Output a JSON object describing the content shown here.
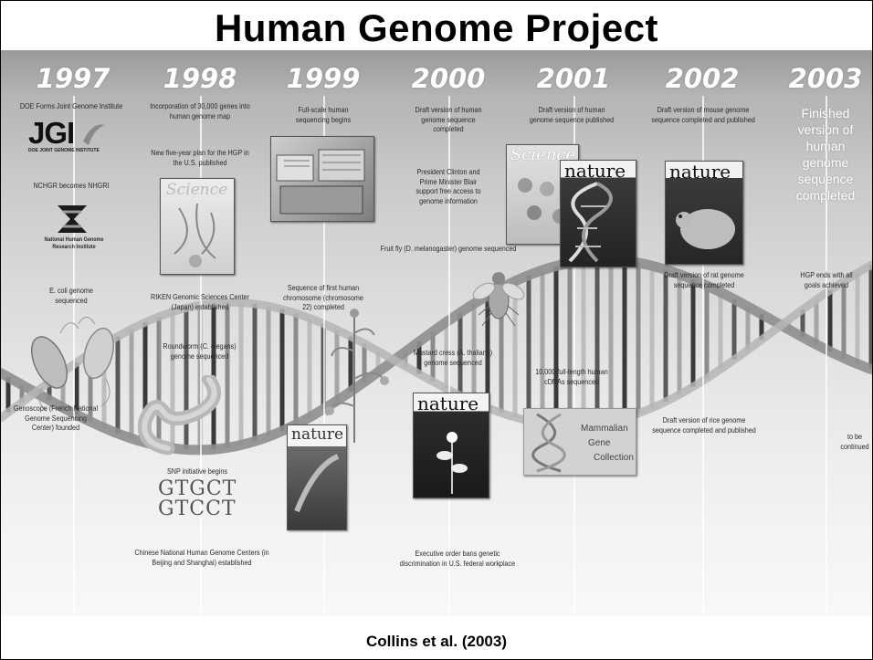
{
  "title": "Human Genome Project",
  "citation": "Collins et al. (2003)",
  "years": [
    "1997",
    "1998",
    "1999",
    "2000",
    "2001",
    "2002",
    "2003"
  ],
  "events": {
    "e1997_doe": "DOE Forms Joint Genome Institute",
    "e1997_nchgr": "NCHGR becomes NHGRI",
    "e1997_ecoli": "E. coli genome sequenced",
    "e1997_genoscope": "Genoscope (French National Genome Sequencing Center) founded",
    "e1998_incorp": "Incorporation of 30,000 genes into human genome map",
    "e1998_plan": "New five-year plan for the HGP in the U.S. published",
    "e1998_riken": "RIKEN Genomic Sciences Center (Japan) established",
    "e1998_worm": "Roundworm (C. elegans) genome sequenced",
    "e1998_snp": "SNP initiative begins",
    "e1998_chinese": "Chinese National Human Genome Centers (in Beijing and Shanghai) established",
    "e1999_fullscale": "Full-scale human sequencing begins",
    "e1999_chr22": "Sequence of first human chromosome (chromosome 22) completed",
    "e2000_draft": "Draft version of human genome sequence completed",
    "e2000_clinton": "President Clinton and Prime Minister Blair support free access to genome information",
    "e2000_fly": "Fruit fly (D. melanogaster) genome sequenced",
    "e2000_cress": "Mustard cress (A. thaliana) genome sequenced",
    "e2000_exec": "Executive order bans genetic discrimination in U.S. federal workplace",
    "e2001_draft": "Draft version of human genome sequence published",
    "e2001_cdna": "10,000 full-length human cDNAs sequenced",
    "e2002_mouse": "Draft version of mouse genome sequence completed and published",
    "e2002_rat": "Draft version of rat genome sequence completed",
    "e2002_rice": "Draft version of rice genome sequence completed and published",
    "e2003_finished": "Finished version of human genome sequence completed",
    "e2003_ends": "HGP ends with all goals achieved",
    "e2003_continued": "to be continued"
  },
  "logos": {
    "jgi": "JGI",
    "jgi_sub": "DOE JOINT GENOME INSTITUTE",
    "nhgri_sub": "National Human Genome Research Institute"
  },
  "sequence": [
    "GTGCT",
    "GTCCT"
  ],
  "covers": {
    "science": "Science",
    "nature": "nature",
    "mgc_lines": [
      "Mammalian",
      "Gene",
      "Collection"
    ]
  }
}
